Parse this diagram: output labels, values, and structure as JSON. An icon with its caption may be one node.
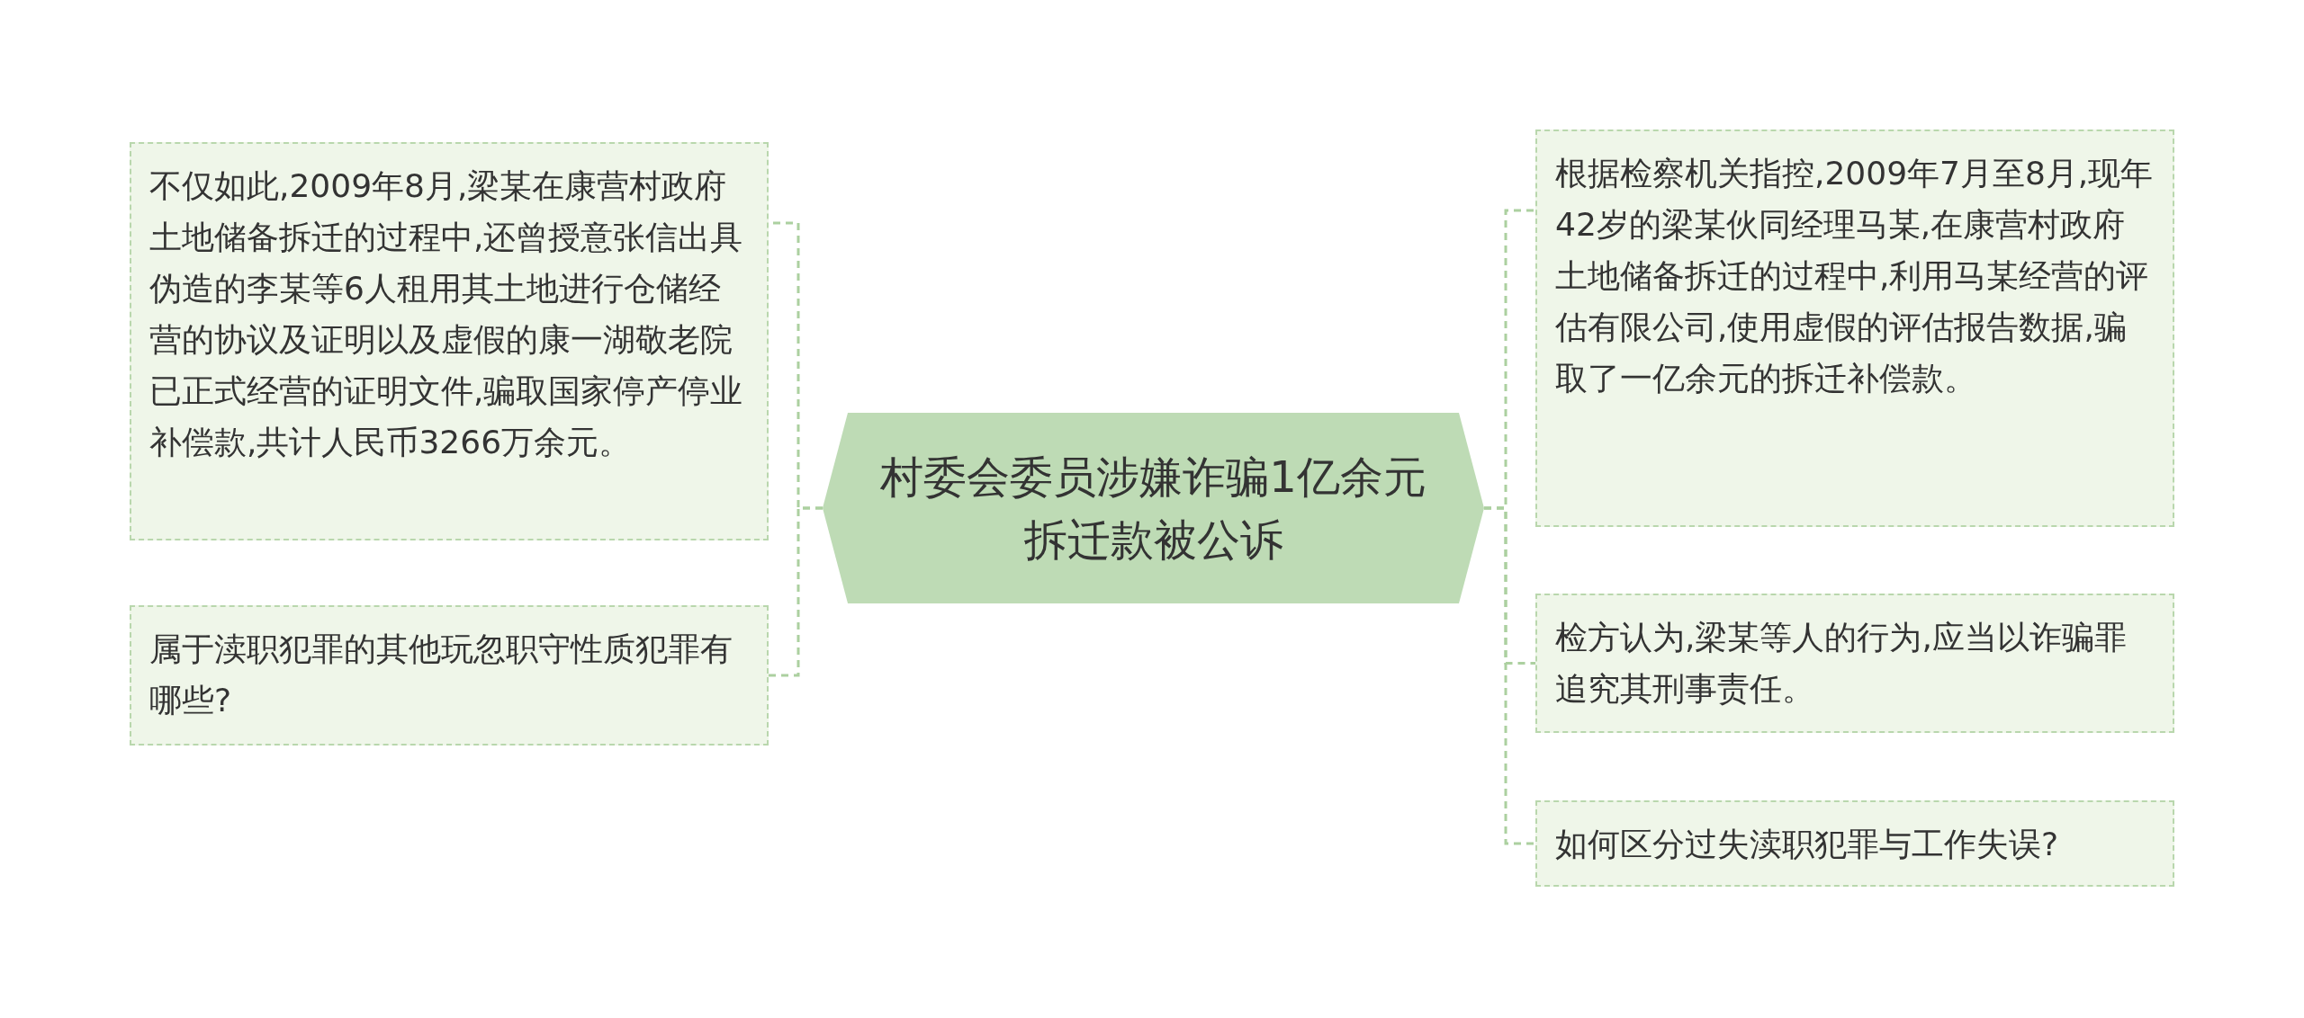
{
  "diagram": {
    "nodes": [
      {
        "text": [
          "村委会委员涉嫌诈骗1亿余元拆迁款被公诉"
        ]
      },
      {
        "text": [
          "不仅如此,2009年8月,梁某在康营村政府土地储备拆迁的过程中,还曾授意张信出具伪造的李某等6人租用其土地进行仓储经营的协议及证明以及虚假的康一湖敬老院已正式经营的证明文件,骗取国家停产停业补偿款,共计人民币3266万余元。"
        ]
      },
      {
        "text": [
          "属于渎职犯罪的其他玩忽职守性质犯罪有哪些?"
        ]
      },
      {
        "text": [
          "根据检察机关指控,2009年7月至8月,现年42岁的梁某伙同经理马某,在康营村政府土地储备拆迁的过程中,利用马某经营的评估有限公司,使用虚假的评估报告数据,骗取了一亿余元的拆迁补偿款。"
        ]
      },
      {
        "text": [
          "检方认为,梁某等人的行为,应当以诈骗罪追究其刑事责任。"
        ]
      },
      {
        "text": [
          "如何区分过失渎职犯罪与工作失误?"
        ]
      }
    ],
    "edges": [
      {
        "from": 0,
        "to": 1,
        "arrow": "none",
        "style": "dashed"
      },
      {
        "from": 0,
        "to": 2,
        "arrow": "none",
        "style": "dashed"
      },
      {
        "from": 0,
        "to": 3,
        "arrow": "none",
        "style": "dashed"
      },
      {
        "from": 0,
        "to": 4,
        "arrow": "none",
        "style": "dashed"
      },
      {
        "from": 0,
        "to": 5,
        "arrow": "none",
        "style": "dashed"
      }
    ]
  }
}
